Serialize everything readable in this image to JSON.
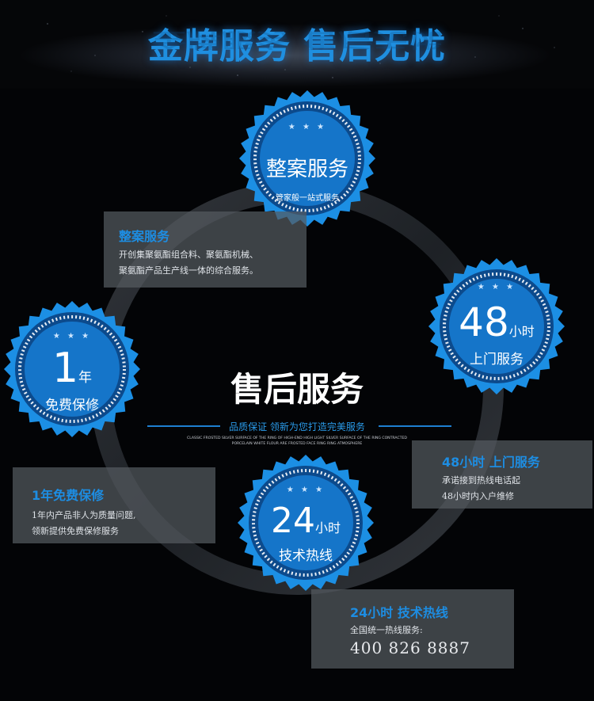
{
  "header": {
    "title": "金牌服务 售后无忧"
  },
  "badges": {
    "zhengan": {
      "stars": "★ ★ ★",
      "main": "整案服务",
      "sub": "管家般一站式服务"
    },
    "fortyeight": {
      "stars": "★ ★ ★",
      "number": "48",
      "unit": "小时",
      "line2": "上门服务"
    },
    "oneyear": {
      "stars": "★ ★ ★",
      "number": "1",
      "unit": "年",
      "line2": "免费保修"
    },
    "twentyfour": {
      "stars": "★ ★ ★",
      "number": "24",
      "unit": "小时",
      "line2": "技术热线"
    }
  },
  "center": {
    "title": "售后服务",
    "slogan": "品质保证    领新为您打造完美服务",
    "fine1": "CLASSIC FROSTED SILVER SURFACE OF THE RING OF HIGH-END HIGH LIGHT SILVER SURFACE OF THE RING CONTRACTED",
    "fine2": "PORCELAIN WHITE FLOUR ARE FROSTED FACE RING RING ATMOSPHERE"
  },
  "panels": {
    "zhengan": {
      "title": "整案服务",
      "line1": "开创集聚氨酯组合料、聚氨酯机械、",
      "line2": "聚氨酯产品生产线一体的综合服务。"
    },
    "fortyeight": {
      "title": "48小时 上门服务",
      "line1": "承诺接到热线电话起",
      "line2": "48小时内入户维修"
    },
    "oneyear": {
      "title": "1年免费保修",
      "line1": "1年内产品非人为质量问题,",
      "line2": "领新提供免费保修服务"
    },
    "hotline": {
      "title": "24小时 技术热线",
      "line1": "全国统一热线服务:",
      "phone": "400 826 8887"
    }
  },
  "colors": {
    "accent": "#1d8de2",
    "badge_dark": "#0b3d7a",
    "badge_light": "#2a9de8",
    "panel": "#555a60"
  }
}
